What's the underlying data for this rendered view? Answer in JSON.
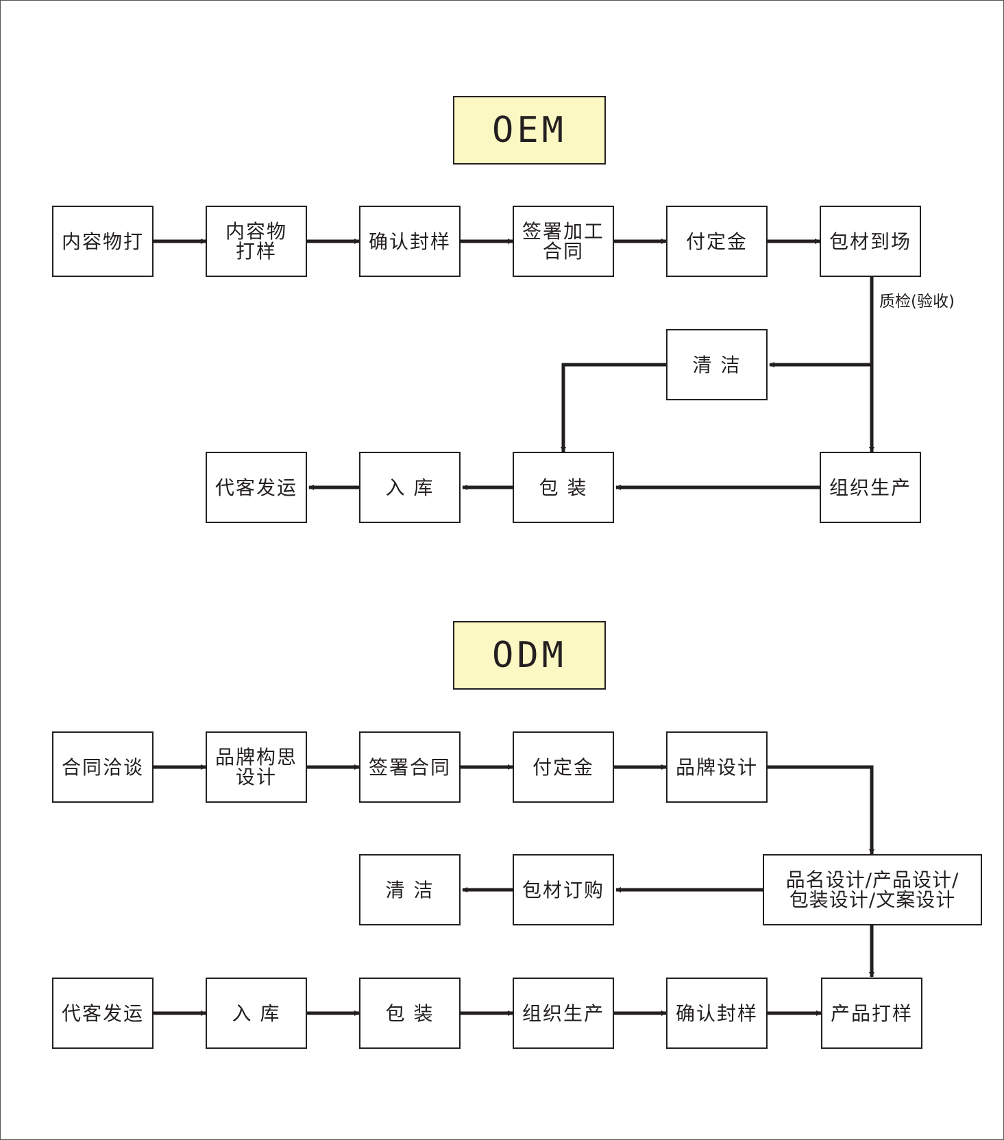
{
  "oem": {
    "title": "OEM",
    "steps": {
      "s1": "内容物打",
      "s2": "内容物\n打样",
      "s3": "确认封样",
      "s4": "签署加工\n合同",
      "s5": "付定金",
      "s6": "包材到场",
      "s7": "清 洁",
      "s8": "组织生产",
      "s9": "包 装",
      "s10": "入 库",
      "s11": "代客发运"
    },
    "qc_label": "质检(验收)"
  },
  "odm": {
    "title": "ODM",
    "steps": {
      "s1": "合同洽谈",
      "s2": "品牌构思\n设计",
      "s3": "签署合同",
      "s4": "付定金",
      "s5": "品牌设计",
      "s6": "品名设计/产品设计/\n包装设计/文案设计",
      "s7": "包材订购",
      "s8": "清 洁",
      "s9": "产品打样",
      "s10": "确认封样",
      "s11": "组织生产",
      "s12": "包 装",
      "s13": "入 库",
      "s14": "代客发运"
    }
  },
  "colors": {
    "line": "#231f20",
    "title_fill": "#fbf8c3",
    "box_fill": "#ffffff"
  }
}
